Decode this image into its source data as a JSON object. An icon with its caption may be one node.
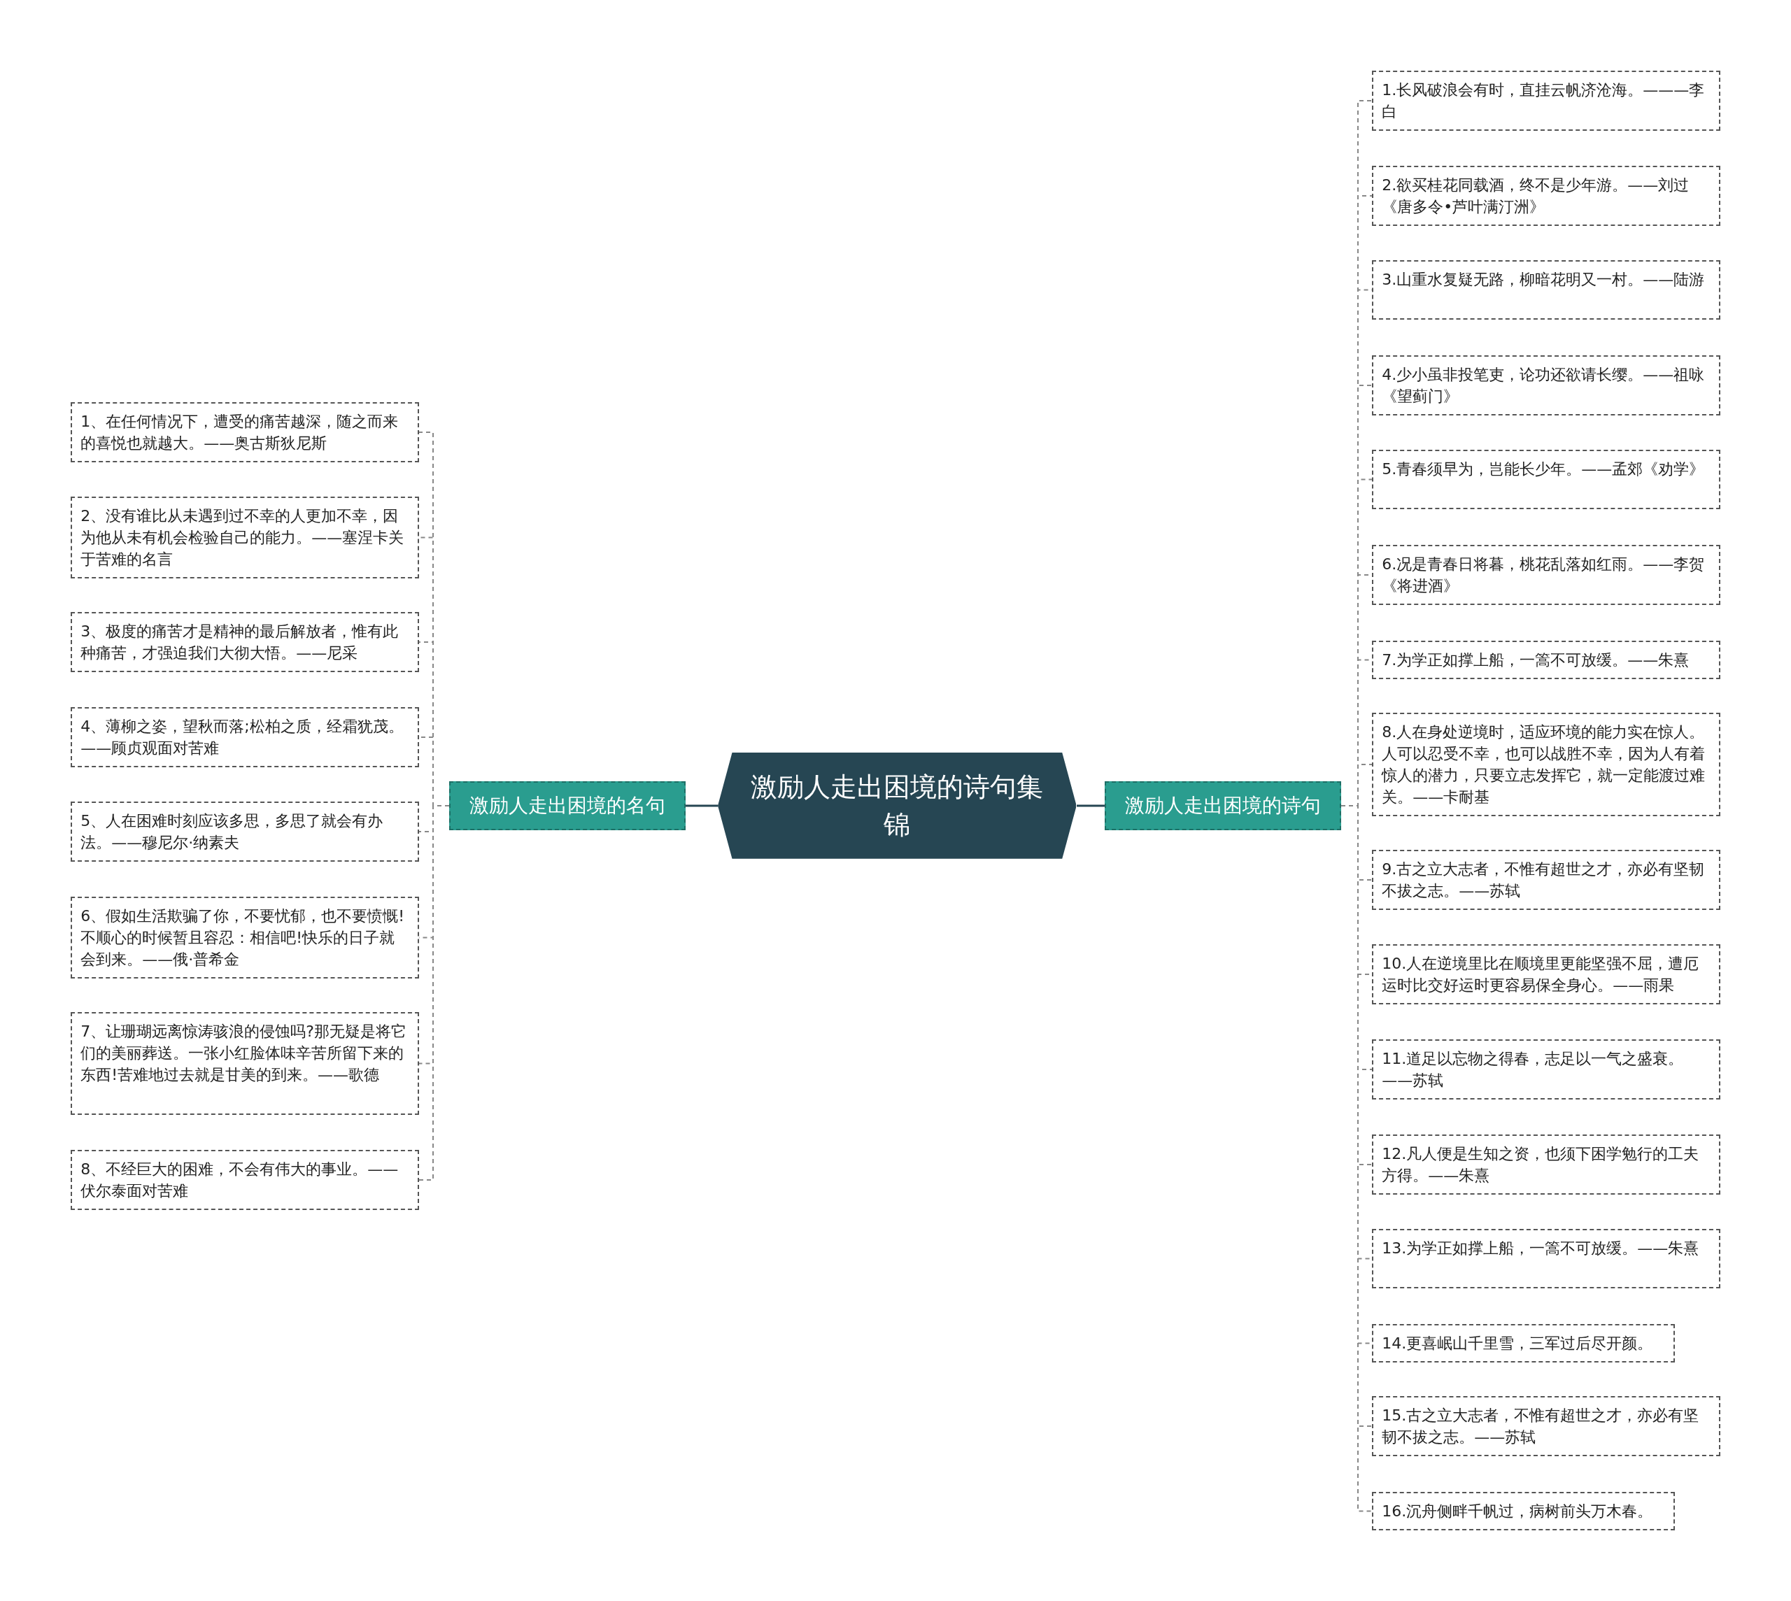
{
  "diagram": {
    "nodes": [
      {
        "text": [
          "激励人走出困境的诗句集锦"
        ]
      },
      {
        "text": [
          "激励人走出困境的名句"
        ]
      },
      {
        "text": [
          "1、在任何情况下，遭受的痛苦越深，随之而来的喜悦也就越大。——奥古斯狄尼斯"
        ]
      },
      {
        "text": [
          "2、没有谁比从未遇到过不幸的人更加不幸，因为他从未有机会检验自己的能力。——塞涅卡关于苦难的名言"
        ]
      },
      {
        "text": [
          "3、极度的痛苦才是精神的最后解放者，惟有此种痛苦，才强迫我们大彻大悟。——尼采"
        ]
      },
      {
        "text": [
          "4、薄柳之姿，望秋而落;松柏之质，经霜犹茂。——顾贞观面对苦难"
        ]
      },
      {
        "text": [
          "5、人在困难时刻应该多思，多思了就会有办法。——穆尼尔·纳素夫"
        ]
      },
      {
        "text": [
          "6、假如生活欺骗了你，不要忧郁，也不要愤慨!不顺心的时候暂且容忍：相信吧!快乐的日子就会到来。——俄·普希金"
        ]
      },
      {
        "text": [
          "7、让珊瑚远离惊涛骇浪的侵蚀吗?那无疑是将它们的美丽葬送。一张小红脸体味辛苦所留下来的东西!苦难地过去就是甘美的到来。——歌德"
        ]
      },
      {
        "text": [
          "8、不经巨大的困难，不会有伟大的事业。——伏尔泰面对苦难"
        ]
      },
      {
        "text": [
          "激励人走出困境的诗句"
        ]
      },
      {
        "text": [
          "1.长风破浪会有时，直挂云帆济沧海。———李白"
        ]
      },
      {
        "text": [
          "2.欲买桂花同载酒，终不是少年游。——刘过《唐多令•芦叶满汀洲》"
        ]
      },
      {
        "text": [
          "3.山重水复疑无路，柳暗花明又一村。——陆游"
        ]
      },
      {
        "text": [
          "4.少小虽非投笔吏，论功还欲请长缨。——祖咏《望蓟门》"
        ]
      },
      {
        "text": [
          "5.青春须早为，岂能长少年。——孟郊《劝学》"
        ]
      },
      {
        "text": [
          "6.况是青春日将暮，桃花乱落如红雨。——李贺《将进酒》"
        ]
      },
      {
        "text": [
          "7.为学正如撑上船，一篙不可放缓。——朱熹"
        ]
      },
      {
        "text": [
          "8.人在身处逆境时，适应环境的能力实在惊人。人可以忍受不幸，也可以战胜不幸，因为人有着惊人的潜力，只要立志发挥它，就一定能渡过难关。——卡耐基"
        ]
      },
      {
        "text": [
          "9.古之立大志者，不惟有超世之才，亦必有坚韧不拔之志。——苏轼"
        ]
      },
      {
        "text": [
          "10.人在逆境里比在顺境里更能坚强不屈，遭厄运时比交好运时更容易保全身心。——雨果"
        ]
      },
      {
        "text": [
          "11.道足以忘物之得春，志足以一气之盛衰。——苏轼"
        ]
      },
      {
        "text": [
          "12.凡人便是生知之资，也须下困学勉行的工夫方得。——朱熹"
        ]
      },
      {
        "text": [
          "13.为学正如撑上船，一篙不可放缓。——朱熹"
        ]
      },
      {
        "text": [
          "14.更喜岷山千里雪，三军过后尽开颜。"
        ]
      },
      {
        "text": [
          "15.古之立大志者，不惟有超世之才，亦必有坚韧不拔之志。——苏轼"
        ]
      },
      {
        "text": [
          "16.沉舟侧畔千帆过，病树前头万木春。"
        ]
      }
    ],
    "edges": [
      {
        "from": 0,
        "to": 1,
        "arrow": "none",
        "color": "#264653"
      },
      {
        "from": 1,
        "to": 2,
        "arrow": "none",
        "style": "dashed"
      },
      {
        "from": 1,
        "to": 3,
        "arrow": "none",
        "style": "dashed"
      },
      {
        "from": 1,
        "to": 4,
        "arrow": "none",
        "style": "dashed"
      },
      {
        "from": 1,
        "to": 5,
        "arrow": "none",
        "style": "dashed"
      },
      {
        "from": 1,
        "to": 6,
        "arrow": "none",
        "style": "dashed"
      },
      {
        "from": 1,
        "to": 7,
        "arrow": "none",
        "style": "dashed"
      },
      {
        "from": 1,
        "to": 8,
        "arrow": "none",
        "style": "dashed"
      },
      {
        "from": 1,
        "to": 9,
        "arrow": "none",
        "style": "dashed"
      },
      {
        "from": 0,
        "to": 10,
        "arrow": "none",
        "color": "#264653"
      },
      {
        "from": 10,
        "to": 11,
        "arrow": "none",
        "style": "dashed"
      },
      {
        "from": 10,
        "to": 12,
        "arrow": "none",
        "style": "dashed"
      },
      {
        "from": 10,
        "to": 13,
        "arrow": "none",
        "style": "dashed"
      },
      {
        "from": 10,
        "to": 14,
        "arrow": "none",
        "style": "dashed"
      },
      {
        "from": 10,
        "to": 15,
        "arrow": "none",
        "style": "dashed"
      },
      {
        "from": 10,
        "to": 16,
        "arrow": "none",
        "style": "dashed"
      },
      {
        "from": 10,
        "to": 17,
        "arrow": "none",
        "style": "dashed"
      },
      {
        "from": 10,
        "to": 18,
        "arrow": "none",
        "style": "dashed"
      },
      {
        "from": 10,
        "to": 19,
        "arrow": "none",
        "style": "dashed"
      },
      {
        "from": 10,
        "to": 20,
        "arrow": "none",
        "style": "dashed"
      },
      {
        "from": 10,
        "to": 21,
        "arrow": "none",
        "style": "dashed"
      },
      {
        "from": 10,
        "to": 22,
        "arrow": "none",
        "style": "dashed"
      },
      {
        "from": 10,
        "to": 23,
        "arrow": "none",
        "style": "dashed"
      },
      {
        "from": 10,
        "to": 24,
        "arrow": "none",
        "style": "dashed"
      },
      {
        "from": 10,
        "to": 25,
        "arrow": "none",
        "style": "dashed"
      },
      {
        "from": 10,
        "to": 26,
        "arrow": "none",
        "style": "dashed"
      }
    ]
  }
}
